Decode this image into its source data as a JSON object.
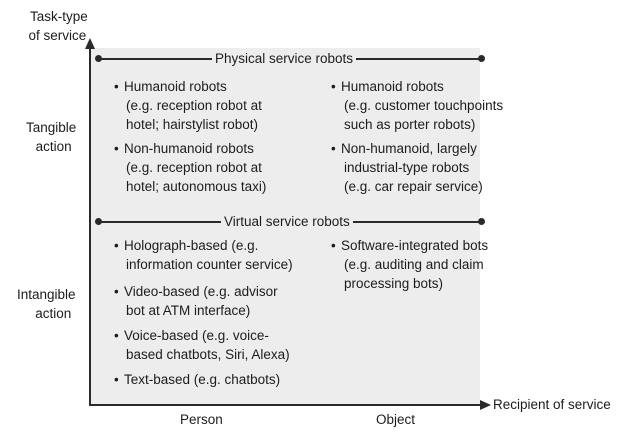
{
  "axes": {
    "y_title": [
      "Task-type",
      "of service"
    ],
    "y_top": [
      "Tangible",
      "action"
    ],
    "y_bottom": [
      "Intangible",
      "action"
    ],
    "x_left": "Person",
    "x_right": "Object",
    "x_title": "Recipient of service"
  },
  "sections": {
    "physical": "Physical service robots",
    "virtual": "Virtual service robots"
  },
  "physical_person": [
    [
      "Humanoid robots",
      "(e.g. reception robot at",
      "hotel; hairstylist robot)"
    ],
    [
      "Non-humanoid robots",
      "(e.g. reception robot at",
      "hotel; autonomous taxi)"
    ]
  ],
  "physical_object": [
    [
      "Humanoid robots",
      "(e.g. customer touchpoints",
      "such as porter robots)"
    ],
    [
      "Non-humanoid, largely",
      "industrial-type robots",
      "(e.g. car repair service)"
    ]
  ],
  "virtual_person": [
    [
      "Holograph-based (e.g.",
      "information counter service)"
    ],
    [
      "Video-based (e.g. advisor",
      "bot at ATM interface)"
    ],
    [
      "Voice-based (e.g. voice-",
      "based chatbots, Siri, Alexa)"
    ],
    [
      "Text-based (e.g. chatbots)"
    ]
  ],
  "virtual_object": [
    [
      "Software-integrated bots",
      "(e.g. auditing and claim",
      "processing bots)"
    ]
  ]
}
